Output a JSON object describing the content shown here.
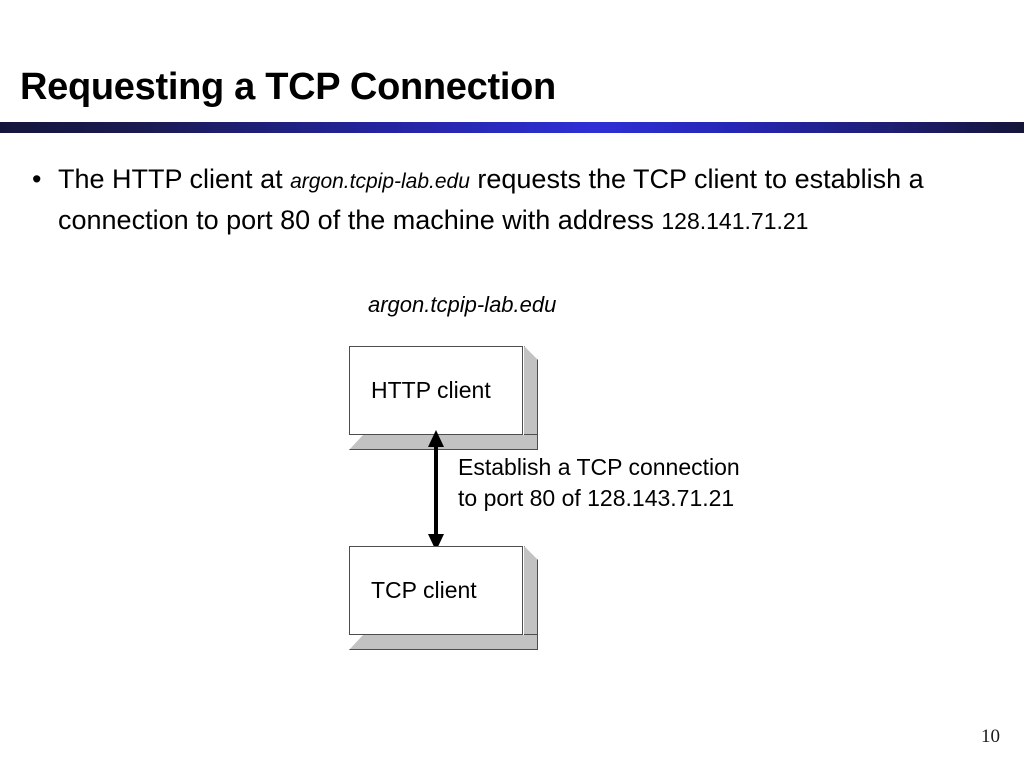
{
  "slide": {
    "title": "Requesting a TCP Connection",
    "page_number": "10",
    "accent_color_dark": "#15153c",
    "accent_color_bright": "#2f2fd6"
  },
  "bullets": [
    {
      "marker": "•",
      "part1": "The HTTP client at ",
      "hostname": "argon.tcpip-lab.edu",
      "part2": " requests the TCP client to establish a connection to port 80 of the machine with address ",
      "ip": "128.141.71.21"
    }
  ],
  "diagram": {
    "host_label": "argon.tcpip-lab.edu",
    "boxes": [
      {
        "label": "HTTP client"
      },
      {
        "label": "TCP client"
      }
    ],
    "arrow": {
      "type": "double-headed-vertical",
      "label_line1": "Establish a TCP connection",
      "label_line2": "to port 80 of 128.143.71.21"
    },
    "colors": {
      "box_face": "#ffffff",
      "box_extrusion": "#c2c2c2",
      "box_border": "#4d4d4d"
    }
  }
}
